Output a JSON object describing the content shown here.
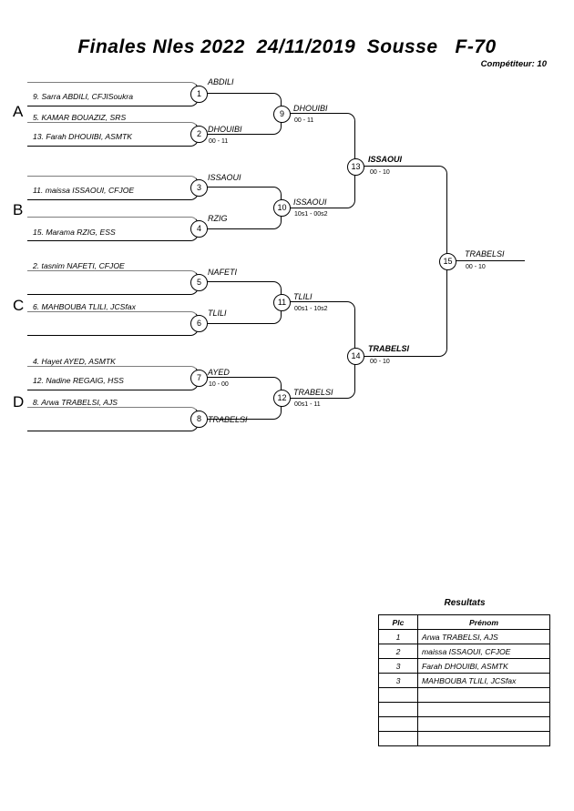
{
  "header": {
    "title": "Finales Nles 2022  24/11/2019  Sousse   F-70",
    "competitor_label": "Compétiteur: 10"
  },
  "sections": [
    {
      "letter": "A"
    },
    {
      "letter": "B"
    },
    {
      "letter": "C"
    },
    {
      "letter": "D"
    }
  ],
  "round1": [
    {
      "num": "1",
      "top": "",
      "bottom": "9. Sarra ABDILI, CFJISoukra",
      "winner": "ABDILI",
      "score": ""
    },
    {
      "num": "2",
      "top": "5. KAMAR BOUAZIZ, SRS",
      "bottom": "13. Farah DHOUIBI, ASMTK",
      "winner": "DHOUIBI",
      "score": "00 - 11"
    },
    {
      "num": "3",
      "top": "",
      "bottom": "11. maissa ISSAOUI, CFJOE",
      "winner": "ISSAOUI",
      "score": ""
    },
    {
      "num": "4",
      "top": "",
      "bottom": "15. Marama RZIG, ESS",
      "winner": "RZIG",
      "score": ""
    },
    {
      "num": "5",
      "top": "2. tasnim NAFETI, CFJOE",
      "bottom": "",
      "winner": "NAFETI",
      "score": ""
    },
    {
      "num": "6",
      "top": "6. MAHBOUBA TLILI, JCSfax",
      "bottom": "",
      "winner": "TLILI",
      "score": ""
    },
    {
      "num": "7",
      "top": "4. Hayet AYED, ASMTK",
      "bottom": "12. Nadine REGAIG, HSS",
      "winner": "AYED",
      "score": "10 - 00"
    },
    {
      "num": "8",
      "top": "8. Arwa TRABELSI, AJS",
      "bottom": "",
      "winner": "TRABELSI",
      "score": ""
    }
  ],
  "round2": [
    {
      "num": "9",
      "winner": "DHOUIBI",
      "score": "00 - 11"
    },
    {
      "num": "10",
      "winner": "ISSAOUI",
      "score": "10s1 - 00s2"
    },
    {
      "num": "11",
      "winner": "TLILI",
      "score": "00s1 - 10s2"
    },
    {
      "num": "12",
      "winner": "TRABELSI",
      "score": "00s1 - 11"
    }
  ],
  "semis": [
    {
      "num": "13",
      "winner": "ISSAOUI",
      "score": "00 - 10"
    },
    {
      "num": "14",
      "winner": "TRABELSI",
      "score": "00 - 10"
    }
  ],
  "final": {
    "num": "15",
    "winner": "TRABELSI",
    "score": "00 - 10"
  },
  "results": {
    "title": "Resultats",
    "columns": [
      "Plc",
      "Prénom"
    ],
    "rows": [
      {
        "plc": "1",
        "nom": "Arwa TRABELSI, AJS"
      },
      {
        "plc": "2",
        "nom": "maissa ISSAOUI, CFJOE"
      },
      {
        "plc": "3",
        "nom": "Farah DHOUIBI, ASMTK"
      },
      {
        "plc": "3",
        "nom": "MAHBOUBA TLILI, JCSfax"
      },
      {
        "plc": "",
        "nom": ""
      },
      {
        "plc": "",
        "nom": ""
      },
      {
        "plc": "",
        "nom": ""
      },
      {
        "plc": "",
        "nom": ""
      }
    ]
  }
}
